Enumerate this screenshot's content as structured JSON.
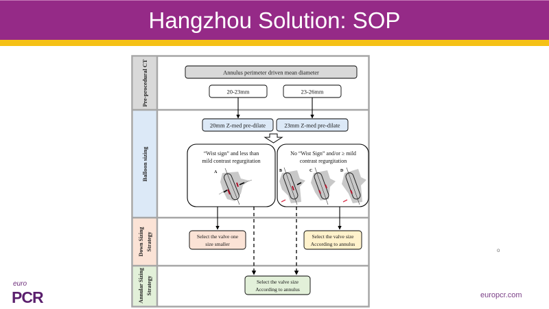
{
  "slide": {
    "title": "Hangzhou Solution: SOP",
    "colors": {
      "header": "#952a87",
      "accent_bar": "#f5c116"
    }
  },
  "diagram": {
    "lanes": [
      {
        "label": "Pre-procedural CT",
        "color": "#d9d9d9"
      },
      {
        "label": "Balloon sizing",
        "color": "#dce9f7"
      },
      {
        "label": "Down Sizing Strategy",
        "label_lines": [
          "Down Sizing",
          "Strategy"
        ],
        "color": "#fbe3d6"
      },
      {
        "label": "Annular Sizing Strategy",
        "label_lines": [
          "Annular Sizing",
          "Strategy"
        ],
        "color": "#e2f0d9"
      }
    ],
    "nodes": {
      "annulus": "Annulus perimeter driven mean diameter",
      "range_small": "20-23mm",
      "range_large": "23-26mm",
      "predilate_small": "20mm Z-med pre-dilate",
      "predilate_large": "23mm Z-med pre-dilate",
      "wist_sign": [
        "“Wist sign” and less than",
        "mild contrast regurgitation"
      ],
      "no_wist_sign": [
        "No “Wist Sign” and/or ≥ mild",
        "contrast regurgitation"
      ],
      "down_size": [
        "Select the valve one",
        "size smaller"
      ],
      "according_down": [
        "Select the valve size",
        "According to annulus"
      ],
      "according_annular": [
        "Select the valve size",
        "According to annulus"
      ]
    },
    "panel_labels": [
      "A",
      "B",
      "C",
      "D"
    ],
    "colors": {
      "grey_box": "#d9d9d9",
      "blue_box": "#dce9f7",
      "peach_box": "#fbe3d6",
      "yellow_box": "#fff2cc",
      "green_box": "#e2f0d9"
    }
  },
  "footer": {
    "logo_top": "euro",
    "logo_bottom": "PCR",
    "website": "europcr.com",
    "marker": "o"
  }
}
